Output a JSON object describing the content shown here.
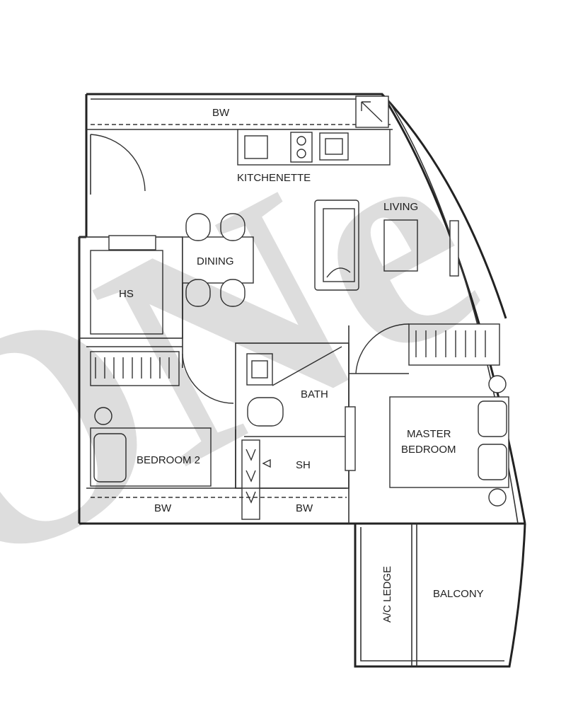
{
  "rooms": {
    "bw_top": "BW",
    "kitchenette": "KITCHENETTE",
    "living": "LIVING",
    "dining": "DINING",
    "hs": "HS",
    "bath": "BATH",
    "sh": "SH",
    "bedroom2": "BEDROOM 2",
    "master_line1": "MASTER",
    "master_line2": "BEDROOM",
    "bw_left": "BW",
    "bw_mid": "BW",
    "ac_ledge": "A/C LEDGE",
    "balcony": "BALCONY"
  },
  "watermark": {
    "text": "ONe",
    "color": "#000000"
  }
}
